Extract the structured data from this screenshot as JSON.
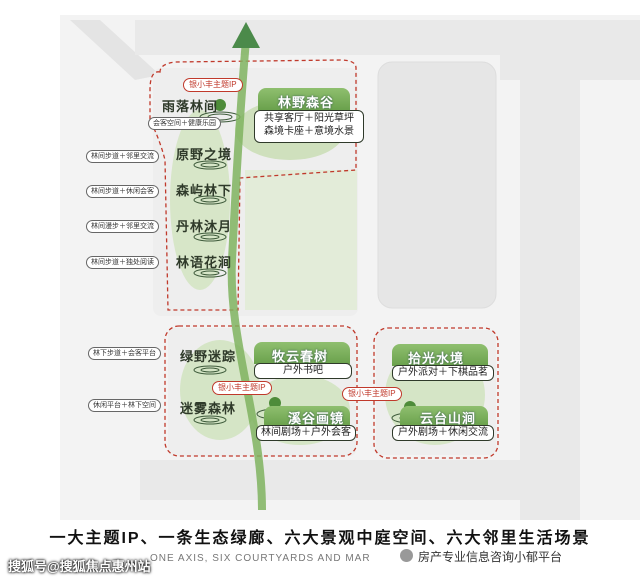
{
  "zones_left": [
    "雨落林间",
    "原野之境",
    "森屿林下",
    "丹林沐月",
    "林语花涧"
  ],
  "zones_left_bottom": [
    "绿野迷踪",
    "迷雾森林"
  ],
  "notes_left": [
    "会客空间＋健康乐园",
    "林间步道＋邻里交流",
    "林间步道＋休闲会客",
    "林间漫步＋邻里交流",
    "林间步道＋独处阅读",
    "林下步道＋会客平台",
    "休闲平台＋林下空间"
  ],
  "ip_tags": [
    "银小丰主题IP",
    "银小丰主题IP",
    "银小丰主题IP"
  ],
  "panels": {
    "linye": {
      "title": "林野森谷",
      "line1": "共享客厅＋阳光草坪",
      "line2": "森境卡座＋意境水景"
    },
    "muyun": {
      "title": "牧云春树",
      "line1": "户外书吧"
    },
    "xigu": {
      "title": "溪谷画镜",
      "line1": "林间剧场＋户外会客"
    },
    "shiguang": {
      "title": "拾光水境",
      "line1": "户外派对＋下棋品茗"
    },
    "yuntai": {
      "title": "云台山涧",
      "line1": "户外剧场＋休闲交流"
    }
  },
  "caption": "一大主题IP、一条生态绿廊、六大景观中庭空间、六大邻里生活场景",
  "subcaption": "ONE AXIS, SIX COURTYARDS AND MAR",
  "watermark_left": "搜狐号@搜狐焦点惠州站",
  "watermark_right": "房产专业信息咨询小郁平台",
  "colors": {
    "road": "#e6e6e6",
    "block": "#ececec",
    "green": "#7fb35f",
    "dashed": "#c0392b",
    "arrow": "#4b8a4a"
  }
}
